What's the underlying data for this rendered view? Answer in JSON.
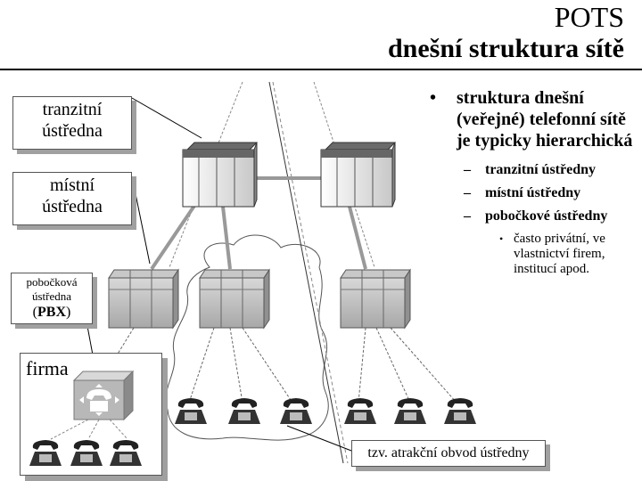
{
  "title": {
    "line1": "POTS",
    "line2": "dnešní struktura sítě"
  },
  "labels": {
    "tranzitni": [
      "tranzitní",
      "ústředna"
    ],
    "mistni": [
      "místní",
      "ústředna"
    ],
    "pbx": [
      "pobočková",
      "ústředna",
      "PBX"
    ],
    "firma": "firma",
    "atrakcni": "tzv. atrakční obvod ústředny"
  },
  "bullets": {
    "main": "struktura dnešní (veřejné) telefonní sítě je typicky hierarchická",
    "sub": [
      "tranzitní ústředny",
      "místní ústředny",
      "pobočkové ústředny"
    ],
    "subsub": "často privátní, ve vlastnictví firem, institucí apod."
  }
}
